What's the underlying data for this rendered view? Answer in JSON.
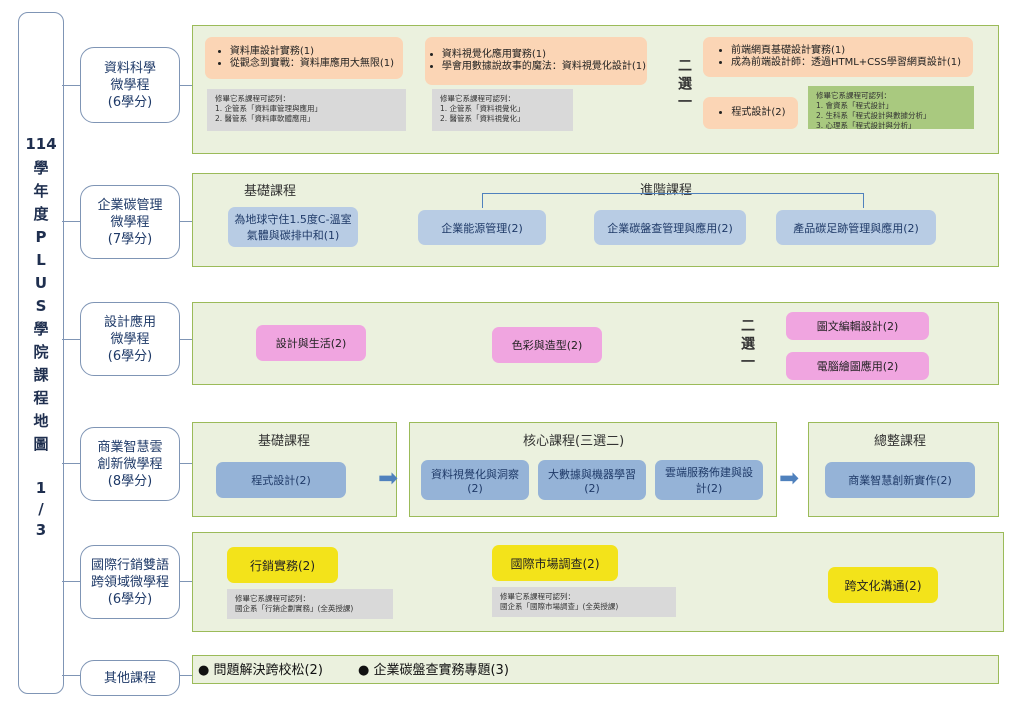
{
  "title_box": {
    "line1": "114",
    "line2": "學年度PLUS學院課程地圖",
    "page": "1 / 3"
  },
  "programs": [
    {
      "name": "資料科學\n微學程\n(6學分)"
    },
    {
      "name": "企業碳管理\n微學程\n(7學分)"
    },
    {
      "name": "設計應用\n微學程\n(6學分)"
    },
    {
      "name": "商業智慧雲\n創新微學程\n(8學分)"
    },
    {
      "name": "國際行銷雙語\n跨領域微學程\n(6學分)"
    },
    {
      "name": "其他課程"
    }
  ],
  "ds": {
    "g1": [
      "資料庫設計實務(1)",
      "從觀念到實戰：資料庫應用大無限(1)"
    ],
    "n1": "修畢它系課程可認列：\n1. 企管系「資料庫管理與應用」\n2. 醫管系「資料庫軟體應用」",
    "g2": [
      "資料視覺化應用實務(1)",
      "學會用數據說故事的魔法：資料視覺化設計(1)"
    ],
    "n2": "修畢它系課程可認列：\n1. 企管系「資料視覺化」\n2. 醫管系「資料視覺化」",
    "pick": "二選一",
    "g3": [
      "前端網頁基礎設計實務(1)",
      "成為前端設計師：透過HTML+CSS學習網頁設計(1)"
    ],
    "g4": "程式設計(2)",
    "n4": "修畢它系課程可認列：\n1. 會資系「程式設計」\n2. 生科系「程式設計與數據分析」\n3. 心理系「程式設計與分析」"
  },
  "carbon": {
    "basic_label": "基礎課程",
    "adv_label": "進階課程",
    "basic": "為地球守住1.5度C-溫室氣體與碳排中和(1)",
    "adv": [
      "企業能源管理(2)",
      "企業碳盤查管理與應用(2)",
      "產品碳足跡管理與應用(2)"
    ]
  },
  "design": {
    "c1": "設計與生活(2)",
    "c2": "色彩與造型(2)",
    "pick": "二選一",
    "o1": "圖文編輯設計(2)",
    "o2": "電腦繪圖應用(2)"
  },
  "bi": {
    "basic_label": "基礎課程",
    "basic": "程式設計(2)",
    "core_label": "核心課程(三選二)",
    "core": [
      "資料視覺化與洞察(2)",
      "大數據與機器學習(2)",
      "雲端服務佈建與設計(2)"
    ],
    "cap_label": "總整課程",
    "cap": "商業智慧創新實作(2)"
  },
  "intl": {
    "c1": "行銷實務(2)",
    "n1": "修畢它系課程可認列：\n國企系「行銷企劃實務」(全英授課)",
    "c2": "國際市場調查(2)",
    "n2": "修畢它系課程可認列：\n國企系「國際市場調查」(全英授課)",
    "c3": "跨文化溝通(2)"
  },
  "other": [
    "問題解決跨校松(2)",
    "企業碳盤查實務專題(3)"
  ]
}
